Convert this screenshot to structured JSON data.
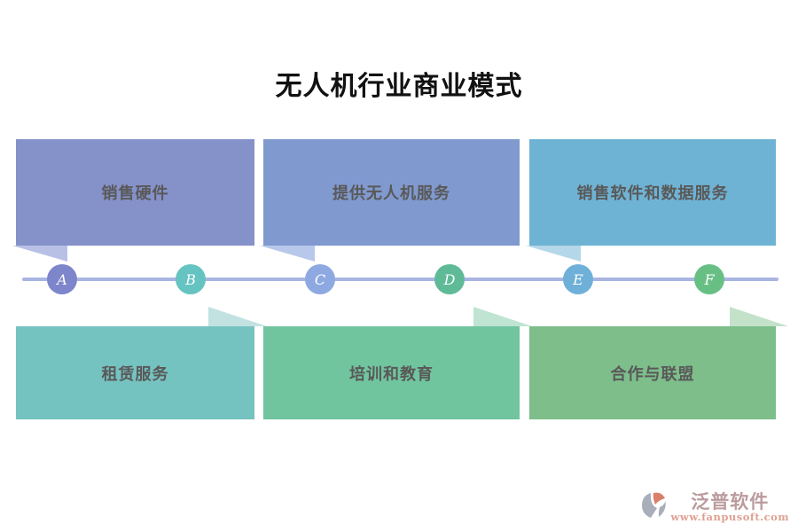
{
  "title": "无人机行业商业模式",
  "colors": {
    "timeline_line": "#a9b5e2",
    "box_text": "#595959",
    "title_text": "#111111",
    "node_letter": "#ffffff"
  },
  "top_row": [
    {
      "label": "销售硬件",
      "color": "#8591c9",
      "tail_color": "#b9c0e6"
    },
    {
      "label": "提供无人机服务",
      "color": "#8099cf",
      "tail_color": "#b8c8ea"
    },
    {
      "label": "销售软件和数据服务",
      "color": "#6fb3d4",
      "tail_color": "#b5d7ea"
    }
  ],
  "bottom_row": [
    {
      "label": "租赁服务",
      "color": "#75c3c1",
      "tail_color": "#c2e2e1"
    },
    {
      "label": "培训和教育",
      "color": "#70c59e",
      "tail_color": "#bfe4d2"
    },
    {
      "label": "合作与联盟",
      "color": "#7dbe8a",
      "tail_color": "#c4e1c9"
    }
  ],
  "timeline": {
    "nodes": [
      {
        "label": "A",
        "color": "#7d85cb"
      },
      {
        "label": "B",
        "color": "#65c4c1"
      },
      {
        "label": "C",
        "#comment": "",
        "color": "#8ea9e2"
      },
      {
        "label": "D",
        "color": "#5fba98"
      },
      {
        "label": "E",
        "color": "#6fb0d8"
      },
      {
        "label": "F",
        "color": "#68bf84"
      }
    ]
  },
  "footer": {
    "brand": "泛普软件",
    "url": "www.fanpusoft.com",
    "brand_color": "#b08a8d",
    "url_color": "#d9907e",
    "logo_icon": "fanpu-swirl-icon",
    "icon_gray": "#9aa1ae",
    "icon_orange": "#d4694f"
  }
}
